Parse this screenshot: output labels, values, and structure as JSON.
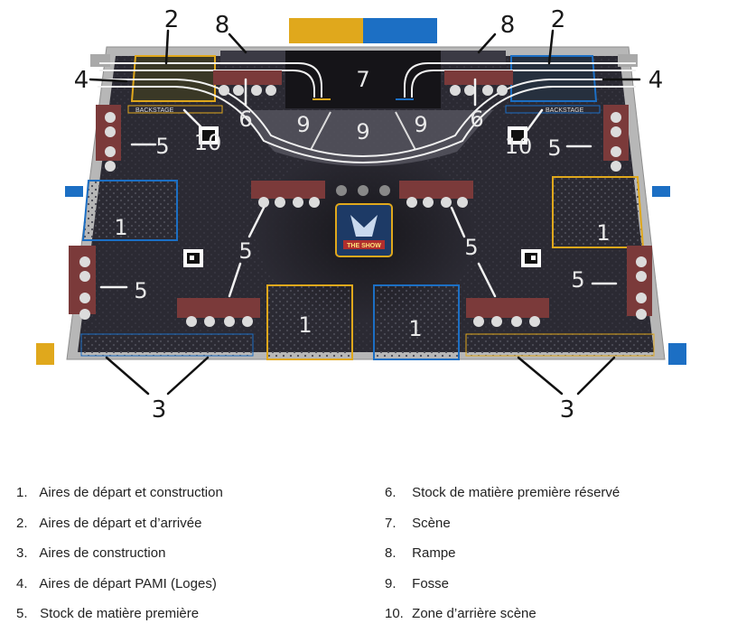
{
  "figure": {
    "callouts": {
      "n1": "1",
      "n2": "2",
      "n3": "3",
      "n4": "4",
      "n5": "5",
      "n6": "6",
      "n7": "7",
      "n8": "8",
      "n9": "9",
      "n10": "10"
    },
    "board_labels": {
      "backstage_left": "BACKSTAGE",
      "backstage_right": "BACKSTAGE",
      "logo_title": "THE SHOW"
    },
    "colors": {
      "floor": "#2b2a33",
      "yellow_zone": "#e0a81c",
      "blue_zone": "#1c6fc4",
      "stock": "#7b3a3a",
      "wall": "#b5b5b5",
      "track": "#f2f2f2"
    }
  },
  "legend": {
    "left": [
      {
        "num": "1.",
        "text": "Aires de départ et construction"
      },
      {
        "num": "2.",
        "text": "Aires de départ et d’arrivée"
      },
      {
        "num": "3.",
        "text": "Aires de construction"
      },
      {
        "num": "4.",
        "text": "Aires de départ PAMI (Loges)"
      },
      {
        "num": "5.",
        "text": "Stock de matière première"
      }
    ],
    "right": [
      {
        "num": "6.",
        "text": "Stock de matière première réservé"
      },
      {
        "num": "7.",
        "text": "Scène"
      },
      {
        "num": "8.",
        "text": "Rampe"
      },
      {
        "num": "9.",
        "text": "Fosse"
      },
      {
        "num": "10.",
        "text": "Zone d’arrière scène"
      }
    ]
  }
}
